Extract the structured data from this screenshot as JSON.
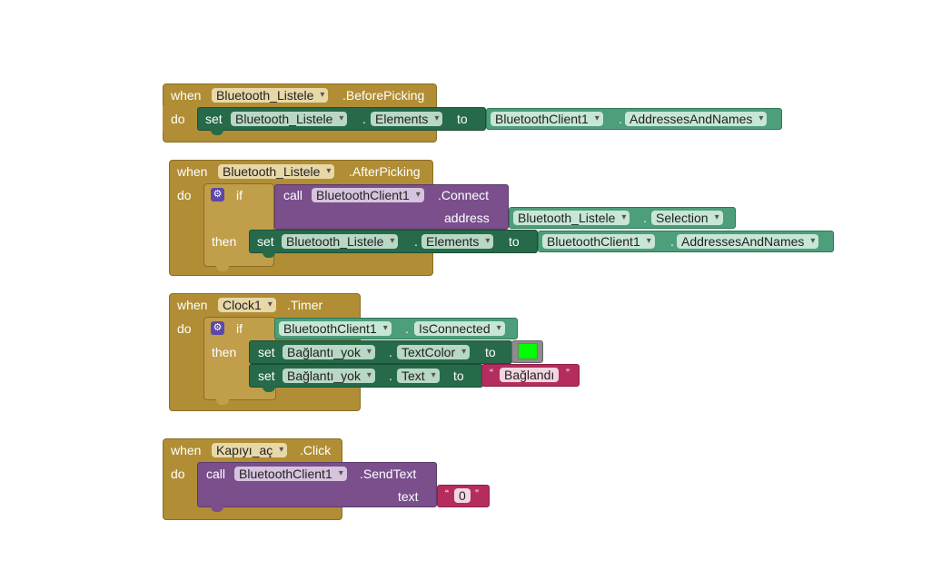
{
  "labels": {
    "when": "when",
    "do": "do",
    "set": "set",
    "to": "to",
    "call": "call",
    "if": "if",
    "then": "then",
    "dot": "."
  },
  "block1": {
    "component": "Bluetooth_Listele",
    "event": ".BeforePicking",
    "set_component": "Bluetooth_Listele",
    "set_property": "Elements",
    "get_component": "BluetoothClient1",
    "get_property": "AddressesAndNames"
  },
  "block2": {
    "component": "Bluetooth_Listele",
    "event": ".AfterPicking",
    "call_component": "BluetoothClient1",
    "call_method": ".Connect",
    "address_label": "address",
    "address_component": "Bluetooth_Listele",
    "address_property": "Selection",
    "set_component": "Bluetooth_Listele",
    "set_property": "Elements",
    "get_component": "BluetoothClient1",
    "get_property": "AddressesAndNames"
  },
  "block3": {
    "component": "Clock1",
    "event": ".Timer",
    "cond_component": "BluetoothClient1",
    "cond_property": "IsConnected",
    "set1_component": "Bağlantı_yok",
    "set1_property": "TextColor",
    "set1_color": "#00ff00",
    "set2_component": "Bağlantı_yok",
    "set2_property": "Text",
    "set2_value": "Bağlandı"
  },
  "block4": {
    "component": "Kapıyı_aç",
    "event": ".Click",
    "call_component": "BluetoothClient1",
    "call_method": ".SendText",
    "text_label": "text",
    "text_value": "0"
  },
  "colors": {
    "event": "#b18e35",
    "set": "#266a49",
    "getter": "#4d9e7a",
    "call": "#7a4f8c",
    "text": "#b52d5f"
  }
}
